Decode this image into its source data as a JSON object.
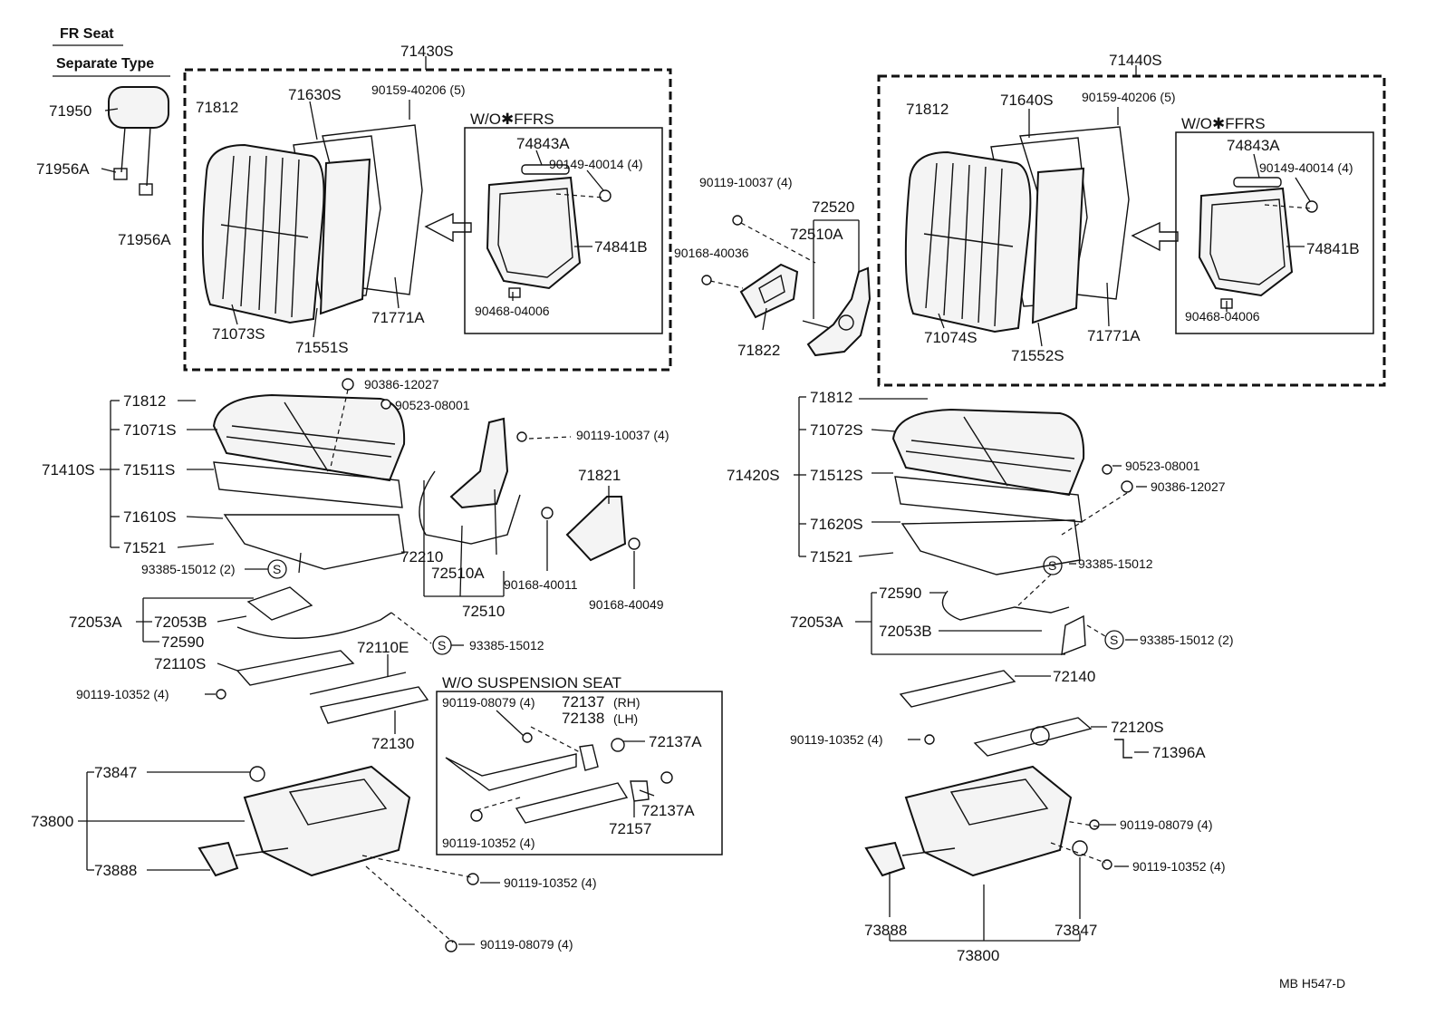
{
  "header": {
    "title": "FR Seat",
    "subtitle": "Separate Type"
  },
  "sections": {
    "wo_ffrs": "W/O✱FFRS",
    "wo_suspension": "W/O  SUSPENSION SEAT"
  },
  "footer": {
    "code": "MB  H547-D"
  },
  "markers": {
    "s": "S"
  },
  "labels": {
    "l71430S": "71430S",
    "l71950": "71950",
    "l71956A_1": "71956A",
    "l71956A_2": "71956A",
    "l71812_a": "71812",
    "l71630S": "71630S",
    "l90159_a": "90159-40206 (5)",
    "l74843A_a": "74843A",
    "l90149_a": "90149-40014 (4)",
    "l74841B_a": "74841B",
    "l90468_a": "90468-04006",
    "l71073S": "71073S",
    "l71551S": "71551S",
    "l71771A_a": "71771A",
    "l90119_10037_a": "90119-10037 (4)",
    "l72520": "72520",
    "l72510A_a": "72510A",
    "l90168_40036": "90168-40036",
    "l71822": "71822",
    "l71440S": "71440S",
    "l71812_b": "71812",
    "l71640S": "71640S",
    "l90159_b": "90159-40206 (5)",
    "l74843A_b": "74843A",
    "l90149_b": "90149-40014 (4)",
    "l74841B_b": "74841B",
    "l90468_b": "90468-04006",
    "l71074S": "71074S",
    "l71552S": "71552S",
    "l71771A_b": "71771A",
    "l71812_c": "71812",
    "l71071S": "71071S",
    "l71410S": "71410S",
    "l71511S": "71511S",
    "l71610S": "71610S",
    "l71521_a": "71521",
    "l90386_a": "90386-12027",
    "l90523_a": "90523-08001",
    "l90119_10037_b": "90119-10037 (4)",
    "l71821": "71821",
    "l72210": "72210",
    "l72510A_b": "72510A",
    "l90168_40011": "90168-40011",
    "l90168_40049": "90168-40049",
    "l72510": "72510",
    "l93385_a": "93385-15012 (2)",
    "l72053A_a": "72053A",
    "l72053B_a": "72053B",
    "l72590_a": "72590",
    "l93385_b": "93385-15012",
    "l72110S": "72110S",
    "l72110E": "72110E",
    "l90119_10352_a": "90119-10352 (4)",
    "l72130": "72130",
    "l73847_a": "73847",
    "l73800_a": "73800",
    "l73888_a": "73888",
    "l90119_10352_b": "90119-10352 (4)",
    "l90119_08079_a": "90119-08079 (4)",
    "l90119_08079_b": "90119-08079 (4)",
    "l72137": "72137",
    "l72137_rh": "(RH)",
    "l72138": "72138",
    "l72138_lh": "(LH)",
    "l72137A_a": "72137A",
    "l72137A_b": "72137A",
    "l72157": "72157",
    "l90119_10352_c": "90119-10352 (4)",
    "l71812_d": "71812",
    "l71072S": "71072S",
    "l71420S": "71420S",
    "l71512S": "71512S",
    "l71620S": "71620S",
    "l71521_b": "71521",
    "l90523_b": "90523-08001",
    "l90386_b": "90386-12027",
    "l93385_c": "93385-15012",
    "l72590_b": "72590",
    "l72053A_b": "72053A",
    "l72053B_b": "72053B",
    "l93385_d": "93385-15012 (2)",
    "l72140": "72140",
    "l90119_10352_d": "90119-10352 (4)",
    "l72120S": "72120S",
    "l71396A": "71396A",
    "l90119_08079_c": "90119-08079 (4)",
    "l90119_10352_e": "90119-10352 (4)",
    "l73888_b": "73888",
    "l73847_b": "73847",
    "l73800_b": "73800"
  }
}
